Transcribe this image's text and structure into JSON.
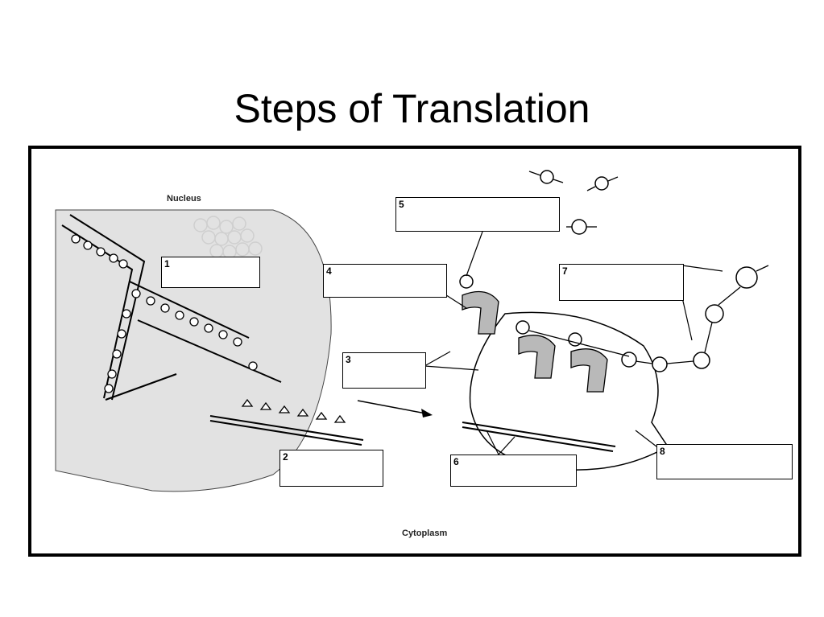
{
  "title": "Steps of Translation",
  "diagram": {
    "nucleus_label": "Nucleus",
    "cytoplasm_label": "Cytoplasm",
    "boxes": [
      {
        "id": "1",
        "label": "1"
      },
      {
        "id": "2",
        "label": "2"
      },
      {
        "id": "3",
        "label": "3"
      },
      {
        "id": "4",
        "label": "4"
      },
      {
        "id": "5",
        "label": "5"
      },
      {
        "id": "6",
        "label": "6"
      },
      {
        "id": "7",
        "label": "7"
      },
      {
        "id": "8",
        "label": "8"
      }
    ]
  }
}
